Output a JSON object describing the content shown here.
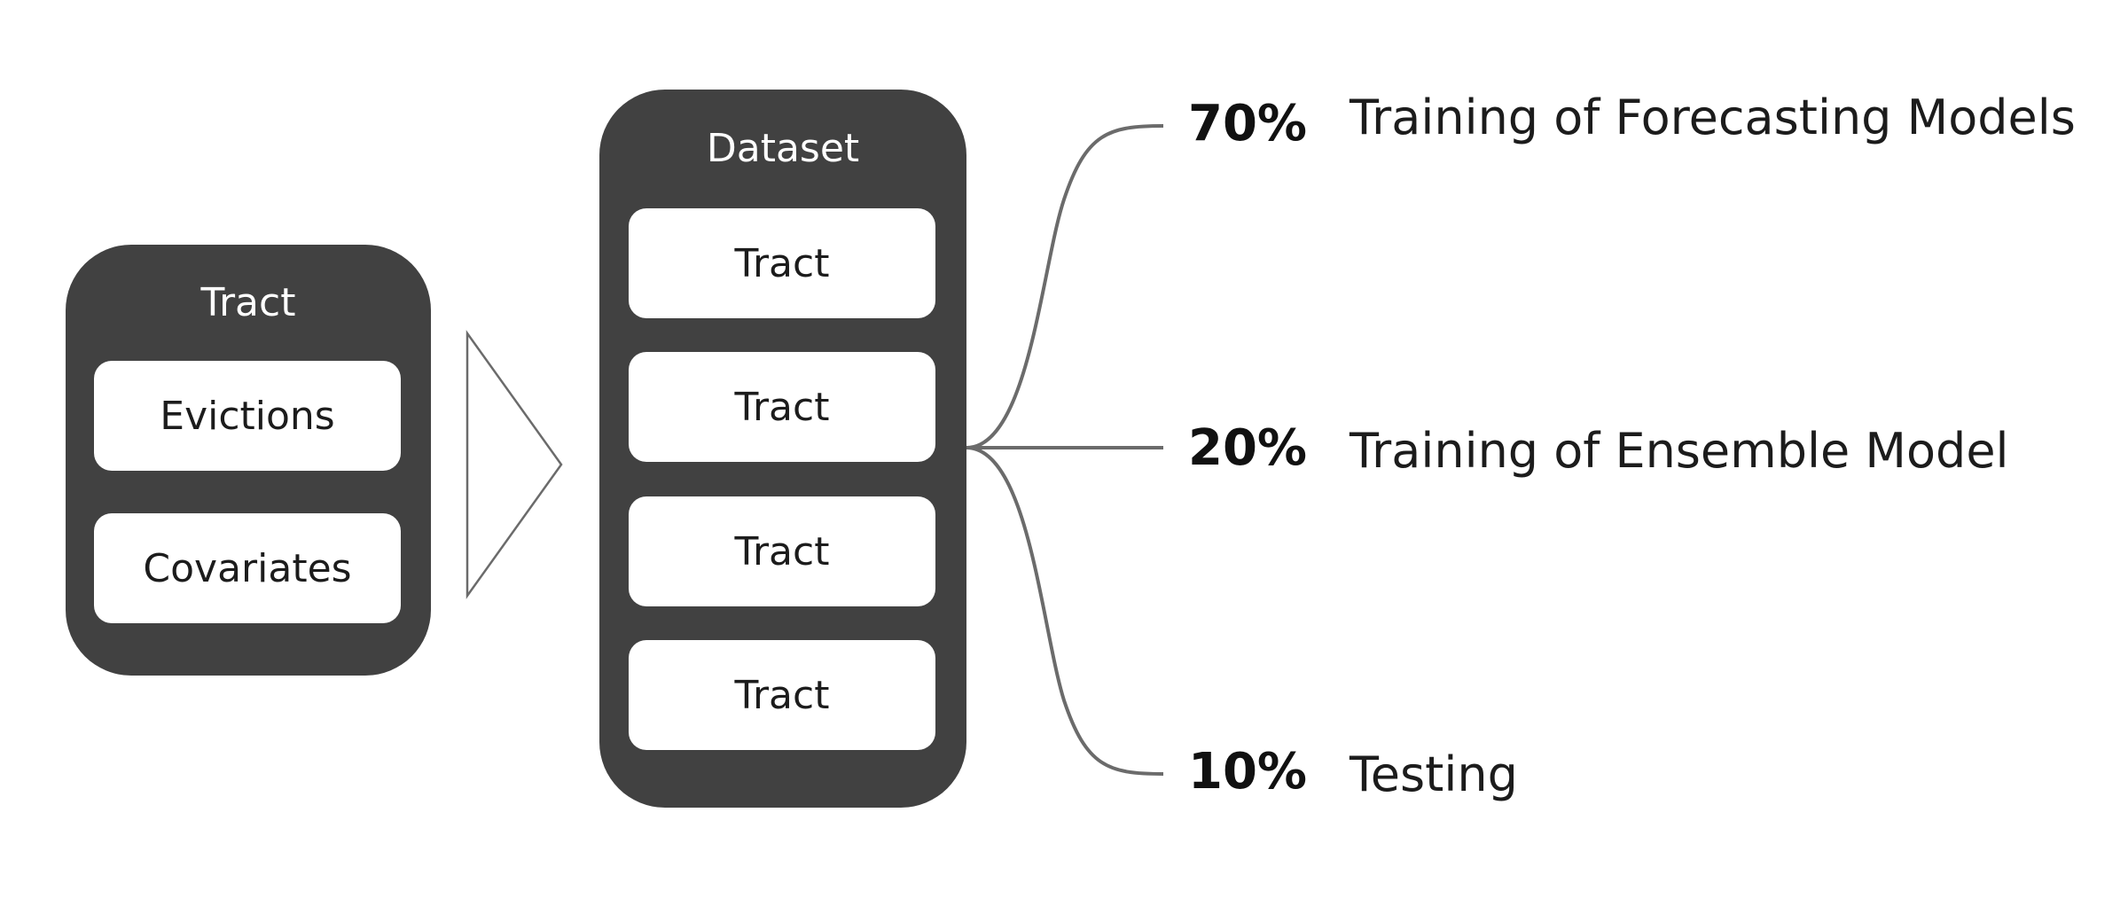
{
  "source": {
    "title": "Tract",
    "items": [
      "Evictions",
      "Covariates"
    ]
  },
  "dataset": {
    "title": "Dataset",
    "items": [
      "Tract",
      "Tract",
      "Tract",
      "Tract"
    ]
  },
  "splits": [
    {
      "percent": "70%",
      "label": "Training of Forecasting Models"
    },
    {
      "percent": "20%",
      "label": "Training of Ensemble Model"
    },
    {
      "percent": "10%",
      "label": "Testing"
    }
  ],
  "colors": {
    "panel": "#414141",
    "card": "#ffffff",
    "connector": "#6b6b6b"
  },
  "icons": {
    "arrow": "triangle-arrow-icon"
  }
}
